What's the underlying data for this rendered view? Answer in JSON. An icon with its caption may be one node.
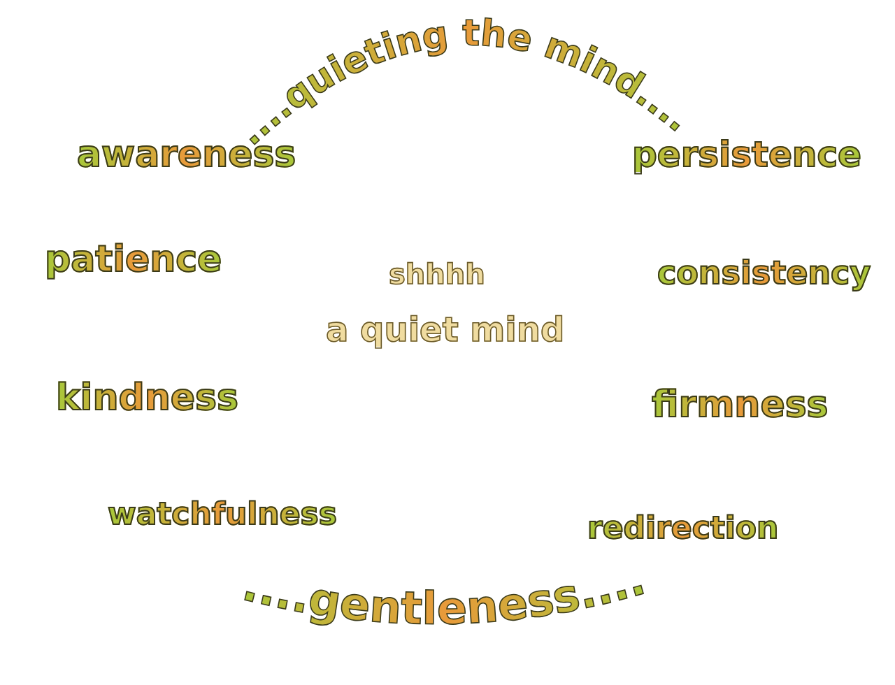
{
  "diagram": {
    "labels": [
      "....quieting the mind....",
      "awareness",
      "persistence",
      "patience",
      "consistency",
      "shhhh",
      "a quiet mind",
      "kindness",
      "firmness",
      "watchfulness",
      "redirection",
      "....gentleness...."
    ]
  }
}
